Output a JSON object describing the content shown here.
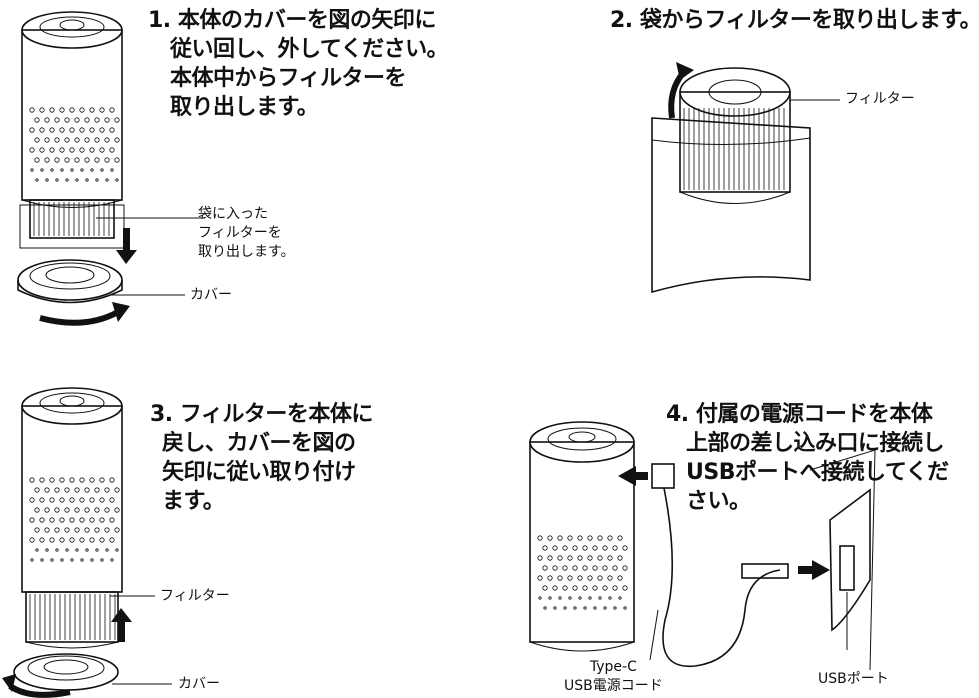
{
  "step1": {
    "lines": [
      "1. 本体のカバーを図の矢印に",
      "従い回し、外してください。",
      "本体中からフィルターを",
      "取り出します。"
    ],
    "callout_filter": [
      "袋に入った",
      "フィルターを",
      "取り出します。"
    ],
    "callout_cover": "カバー"
  },
  "step2": {
    "lines": [
      "2. 袋からフィルターを取り出します。"
    ],
    "callout_filter": "フィルター"
  },
  "step3": {
    "lines": [
      "3. フィルターを本体に",
      "戻し、カバーを図の",
      "矢印に従い取り付け",
      "ます。"
    ],
    "callout_filter": "フィルター",
    "callout_cover": "カバー"
  },
  "step4": {
    "lines": [
      "4. 付属の電源コードを本体",
      "上部の差し込み口に接続し",
      "USBポートへ接続してくだ",
      "さい。"
    ],
    "cable_label": [
      "Type-C",
      "USB電源コード"
    ],
    "port_label": "USBポート"
  }
}
